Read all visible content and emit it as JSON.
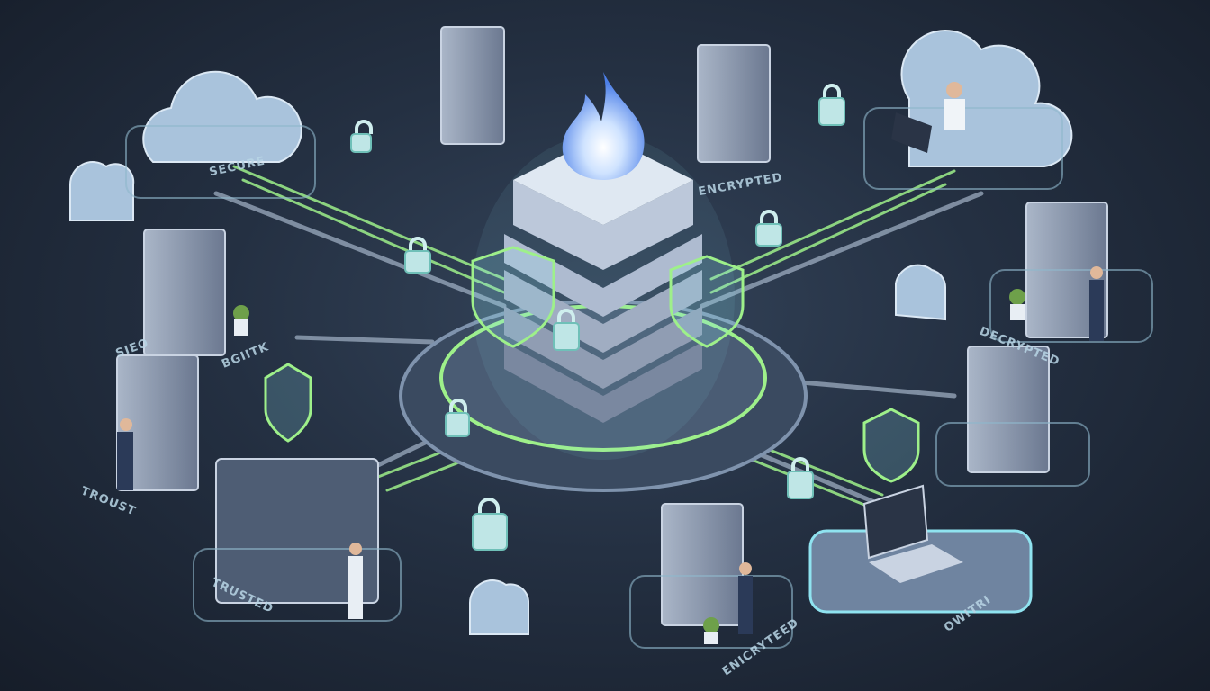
{
  "labels": {
    "secure": "SECURE",
    "encrypted_top": "ENCRYPTED",
    "decrypted": "DECRYPTED",
    "sieo": "SIEO",
    "bsntr": "BGIITK",
    "troust": "TROUST",
    "trusted": "TRUSTED",
    "encrypted_bottom": "ENICRYTEED",
    "owter": "OWITRI"
  },
  "icons": [
    "flame-icon",
    "lock-icon",
    "shield-icon",
    "cloud-icon",
    "server-icon",
    "laptop-icon",
    "person-icon",
    "plant-icon"
  ],
  "colors": {
    "background": "#1e2838",
    "glow_green": "#9ef08a",
    "glow_cyan": "#8fe3f0",
    "server": "#8e9bb3",
    "flame": "#5a8ff0"
  }
}
